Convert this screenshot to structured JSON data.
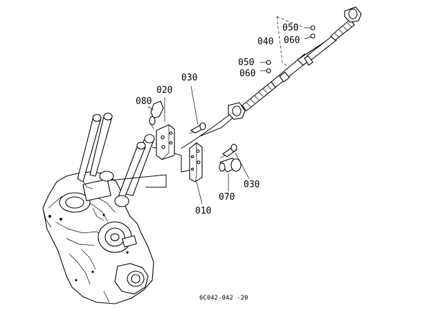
{
  "labels": {
    "p010": "010",
    "p020": "020",
    "p030a": "030",
    "p030b": "030",
    "p040": "040",
    "p050a": "050",
    "p050b": "050",
    "p060a": "060",
    "p060b": "060",
    "p070": "070",
    "p080": "080"
  },
  "drawing_code": "6C042-042 -20"
}
